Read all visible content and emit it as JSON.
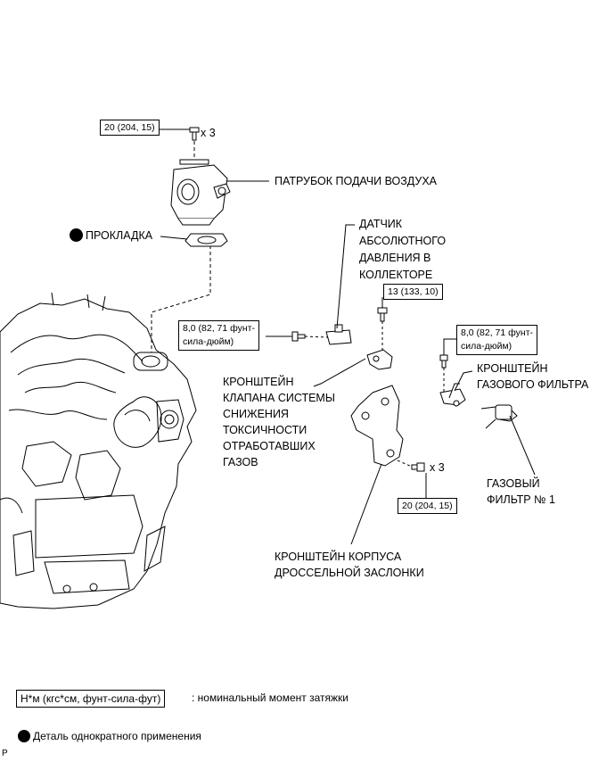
{
  "torque": {
    "air_inlet": "20 (204, 15)",
    "sensor_bolt": "8,0 (82, 71 фунт-\nсила-дюйм)",
    "egr_bracket": "13 (133, 10)",
    "gas_filter_bolt": "8,0 (82, 71 фунт-\nсила-дюйм)",
    "throttle_bracket": "20 (204, 15)"
  },
  "multipliers": {
    "air_inlet": "x 3",
    "throttle_bracket": "x 3"
  },
  "parts": {
    "air_inlet": "ПАТРУБОК ПОДАЧИ ВОЗДУХА",
    "gasket": "ПРОКЛАДКА",
    "map_sensor": "ДАТЧИК\nАБСОЛЮТНОГО\nДАВЛЕНИЯ В\nКОЛЛЕКТОРЕ",
    "egr_bracket": "КРОНШТЕЙН\nКЛАПАНА СИСТЕМЫ\nСНИЖЕНИЯ\nТОКСИЧНОСТИ\nОТРАБОТАВШИХ\nГАЗОВ",
    "gas_filter_bracket": "КРОНШТЕЙН\nГАЗОВОГО ФИЛЬТРА",
    "gas_filter": "ГАЗОВЫЙ\nФИЛЬТР № 1",
    "throttle_bracket": "КРОНШТЕЙН КОРПУСА\nДРОССЕЛЬНОЙ ЗАСЛОНКИ"
  },
  "legend": {
    "unit_box": "Н*м (кгс*см, фунт-сила-фут)",
    "unit_text": ": номинальный момент затяжки",
    "single_use": "Деталь однократного применения"
  },
  "corner_mark": "P"
}
